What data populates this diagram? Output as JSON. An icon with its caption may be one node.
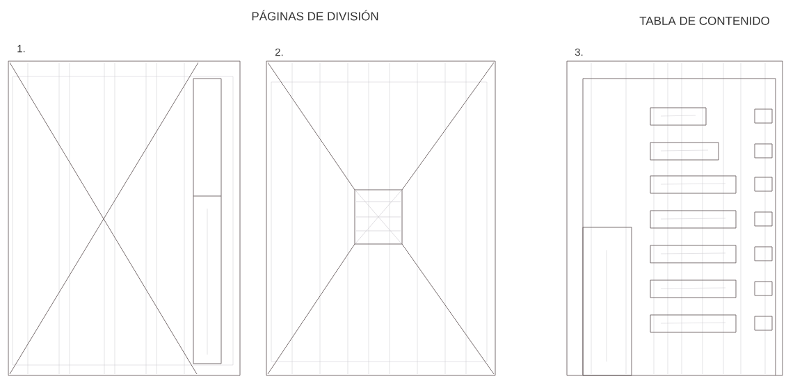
{
  "diagram": {
    "labels": [
      "PÁGINAS DE DIVISIÓN",
      "TABLA DE CONTENIDO",
      "1.",
      "2.",
      "3."
    ]
  }
}
